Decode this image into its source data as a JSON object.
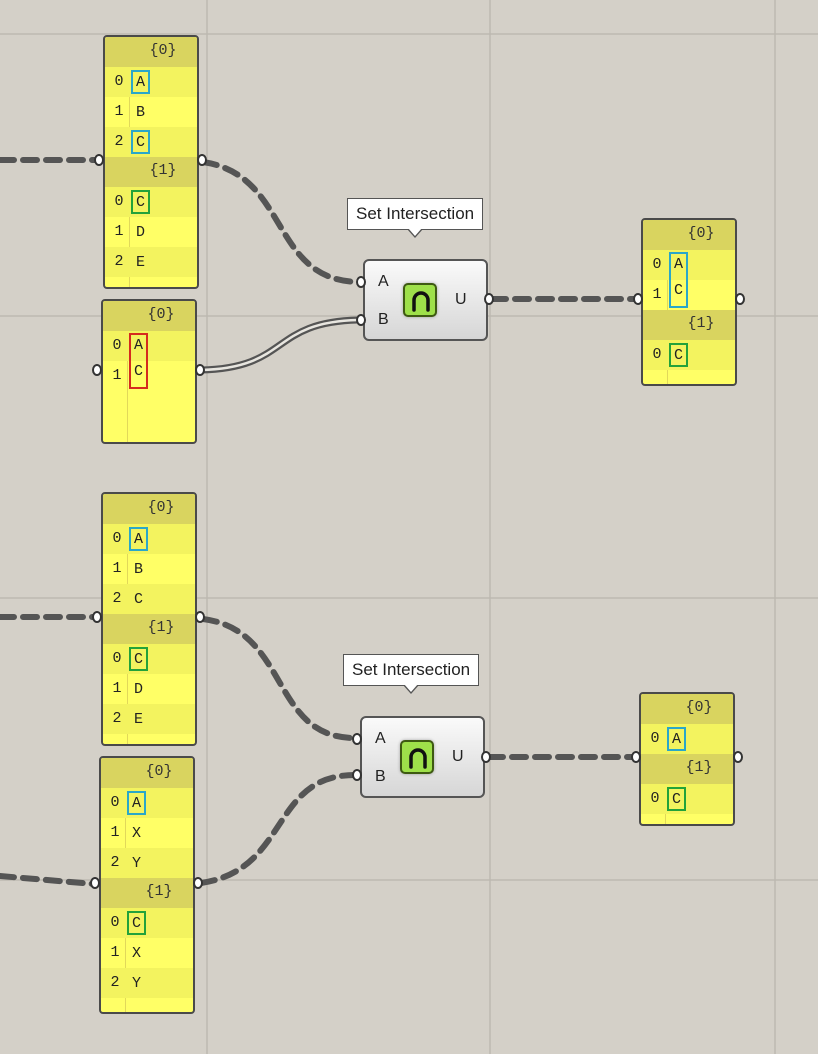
{
  "canvas": {
    "background": "#d4d0c8",
    "grid_color": "#bdb9b1"
  },
  "colors": {
    "panel_fill": "#ffff66",
    "panel_header": "#d9d45f",
    "highlight_cyan": "#2aa7c9",
    "highlight_green": "#23a23a",
    "highlight_red": "#d52b1e",
    "icon_fill": "#9ee04a",
    "wire": "#555555"
  },
  "components": [
    {
      "tooltip": "Set Intersection",
      "input_a": "A",
      "input_b": "B",
      "output": "U",
      "icon": "set-intersection-icon"
    },
    {
      "tooltip": "Set Intersection",
      "input_a": "A",
      "input_b": "B",
      "output": "U",
      "icon": "set-intersection-icon"
    }
  ],
  "panels": {
    "top_input_a": {
      "branches": [
        {
          "path": "{0}",
          "items": [
            {
              "index": "0",
              "value": "A",
              "highlight": "cyan"
            },
            {
              "index": "1",
              "value": "B",
              "highlight": ""
            },
            {
              "index": "2",
              "value": "C",
              "highlight": "cyan"
            }
          ]
        },
        {
          "path": "{1}",
          "items": [
            {
              "index": "0",
              "value": "C",
              "highlight": "green"
            },
            {
              "index": "1",
              "value": "D",
              "highlight": ""
            },
            {
              "index": "2",
              "value": "E",
              "highlight": ""
            }
          ]
        }
      ]
    },
    "top_input_b": {
      "branches": [
        {
          "path": "{0}",
          "items": [
            {
              "index": "0",
              "value": "A",
              "highlight": "red"
            },
            {
              "index": "1",
              "value": "C",
              "highlight": "red"
            }
          ]
        }
      ]
    },
    "top_output": {
      "branches": [
        {
          "path": "{0}",
          "items": [
            {
              "index": "0",
              "value": "A",
              "highlight": "cyan"
            },
            {
              "index": "1",
              "value": "C",
              "highlight": "cyan"
            }
          ]
        },
        {
          "path": "{1}",
          "items": [
            {
              "index": "0",
              "value": "C",
              "highlight": "green"
            }
          ]
        }
      ]
    },
    "bottom_input_a": {
      "branches": [
        {
          "path": "{0}",
          "items": [
            {
              "index": "0",
              "value": "A",
              "highlight": "cyan"
            },
            {
              "index": "1",
              "value": "B",
              "highlight": ""
            },
            {
              "index": "2",
              "value": "C",
              "highlight": ""
            }
          ]
        },
        {
          "path": "{1}",
          "items": [
            {
              "index": "0",
              "value": "C",
              "highlight": "green"
            },
            {
              "index": "1",
              "value": "D",
              "highlight": ""
            },
            {
              "index": "2",
              "value": "E",
              "highlight": ""
            }
          ]
        }
      ]
    },
    "bottom_input_b": {
      "branches": [
        {
          "path": "{0}",
          "items": [
            {
              "index": "0",
              "value": "A",
              "highlight": "cyan"
            },
            {
              "index": "1",
              "value": "X",
              "highlight": ""
            },
            {
              "index": "2",
              "value": "Y",
              "highlight": ""
            }
          ]
        },
        {
          "path": "{1}",
          "items": [
            {
              "index": "0",
              "value": "C",
              "highlight": "green"
            },
            {
              "index": "1",
              "value": "X",
              "highlight": ""
            },
            {
              "index": "2",
              "value": "Y",
              "highlight": ""
            }
          ]
        }
      ]
    },
    "bottom_output": {
      "branches": [
        {
          "path": "{0}",
          "items": [
            {
              "index": "0",
              "value": "A",
              "highlight": "cyan"
            }
          ]
        },
        {
          "path": "{1}",
          "items": [
            {
              "index": "0",
              "value": "C",
              "highlight": "green"
            }
          ]
        }
      ]
    }
  }
}
